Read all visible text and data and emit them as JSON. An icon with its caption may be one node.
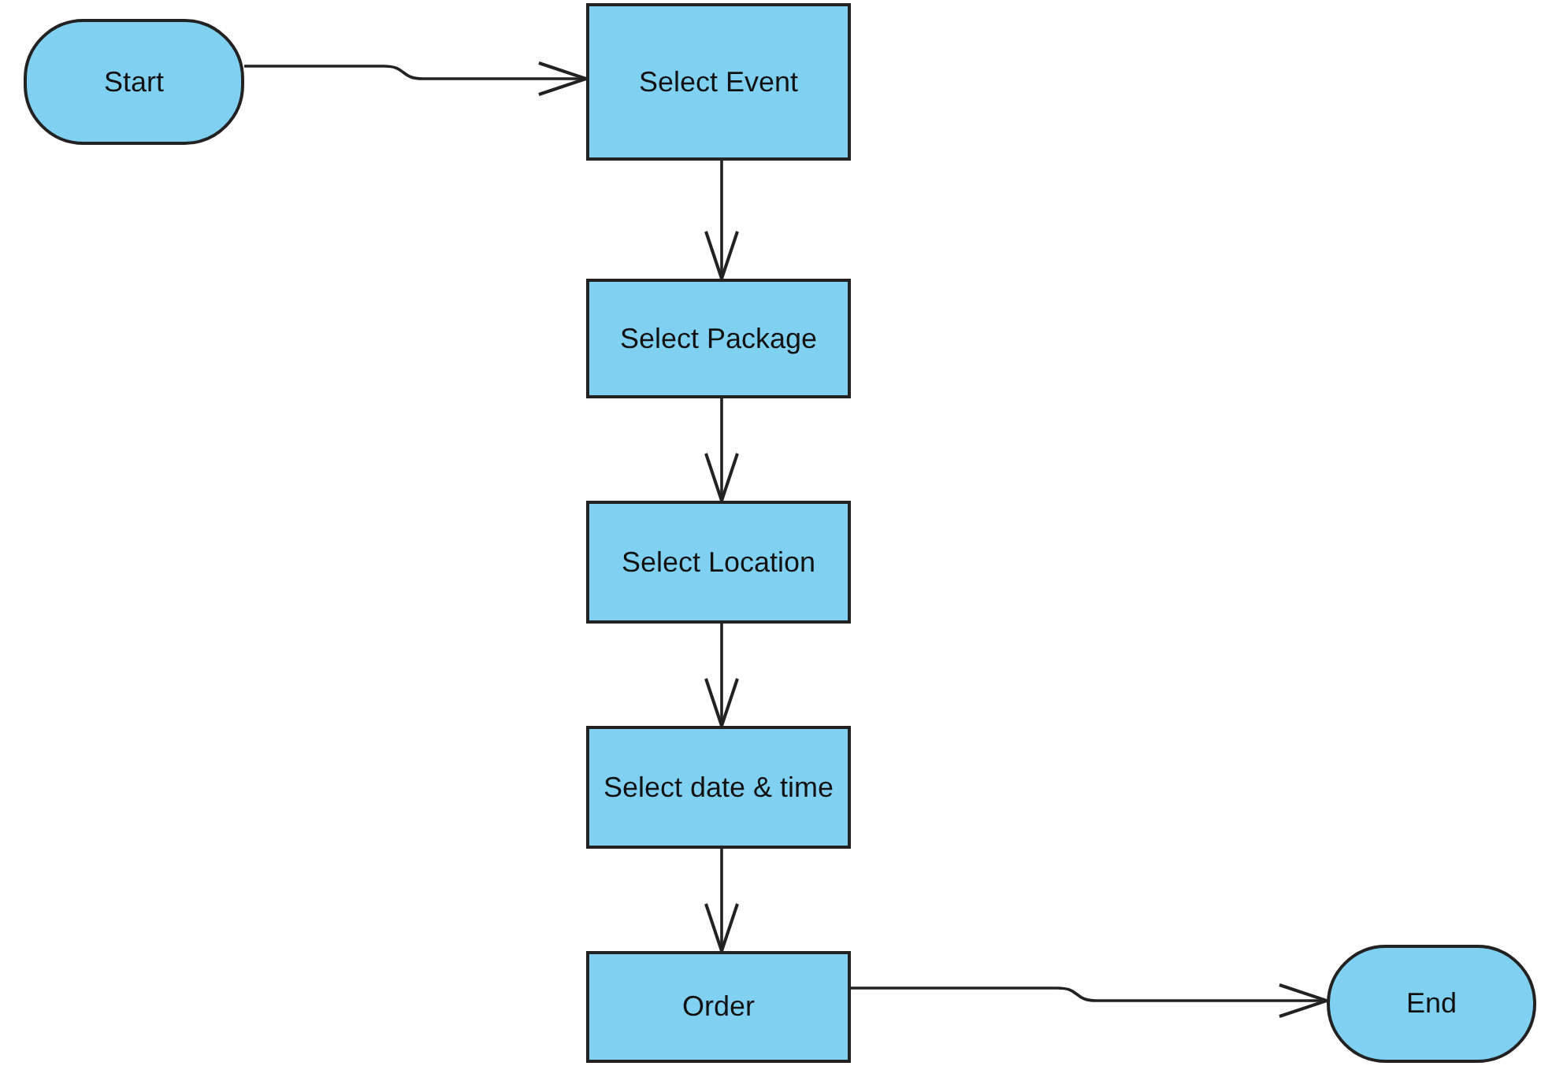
{
  "diagram": {
    "nodes": [
      {
        "text": [
          "Start"
        ]
      },
      {
        "text": [
          "Select Event"
        ]
      },
      {
        "text": [
          "Select Package"
        ]
      },
      {
        "text": [
          "Select Location"
        ]
      },
      {
        "text": [
          "Select date & time"
        ]
      },
      {
        "text": [
          "Order"
        ]
      },
      {
        "text": [
          "End"
        ]
      }
    ],
    "edges": [
      {
        "from": 0,
        "to": 1,
        "arrow": "to"
      },
      {
        "from": 1,
        "to": 2,
        "arrow": "to"
      },
      {
        "from": 2,
        "to": 3,
        "arrow": "to"
      },
      {
        "from": 3,
        "to": 4,
        "arrow": "to"
      },
      {
        "from": 4,
        "to": 5,
        "arrow": "to"
      },
      {
        "from": 5,
        "to": 6,
        "arrow": "to"
      }
    ]
  }
}
